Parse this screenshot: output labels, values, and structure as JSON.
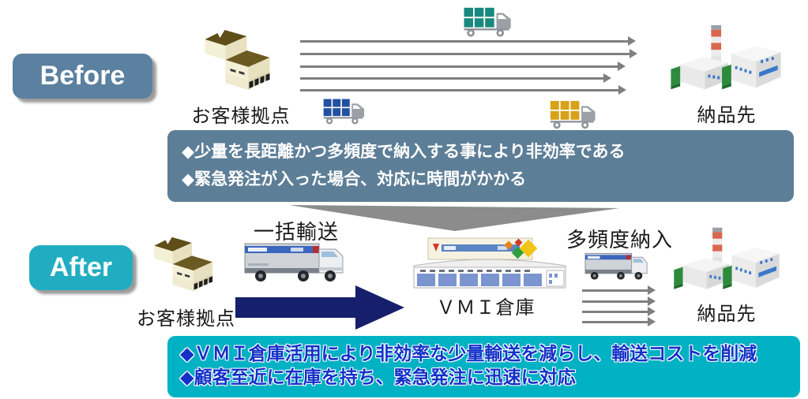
{
  "diagram_title": "VMI warehouse before/after logistics diagram",
  "colors": {
    "before_badge_bg": "#5b80a0",
    "after_badge_bg": "#21adc1",
    "banner_before_bg": "#5d7e97",
    "banner_before_text": "#ffffff",
    "banner_after_bg": "#00b2c3",
    "banner_after_text": "#1431c8",
    "flow_arrow_gray": "#7f7f7f",
    "funnel_gray": "#8c8c8c",
    "big_arrow_navy": "#151f6b",
    "truck_blue": "#2251a1",
    "truck_teal": "#17897f",
    "truck_yellow": "#d8a118",
    "label_text": "#1a1a1a"
  },
  "before": {
    "badge": "Before",
    "customer_site_label": "お客様拠点",
    "destination_label": "納品先",
    "problems": [
      "◆少量を長距離かつ多頻度で納入する事により非効率である",
      "◆緊急発注が入った場合、対応に時間がかかる"
    ]
  },
  "after": {
    "badge": "After",
    "customer_site_label": "お客様拠点",
    "bulk_transport_label": "一括輸送",
    "warehouse_label": "ＶＭＩ倉庫",
    "frequent_delivery_label": "多頻度納入",
    "destination_label": "納品先",
    "benefits": [
      "◆ＶＭＩ倉庫活用により非効率な少量輸送を減らし、輸送コストを削減",
      "◆顧客至近に在庫を持ち、緊急発注に迅速に対応"
    ]
  }
}
